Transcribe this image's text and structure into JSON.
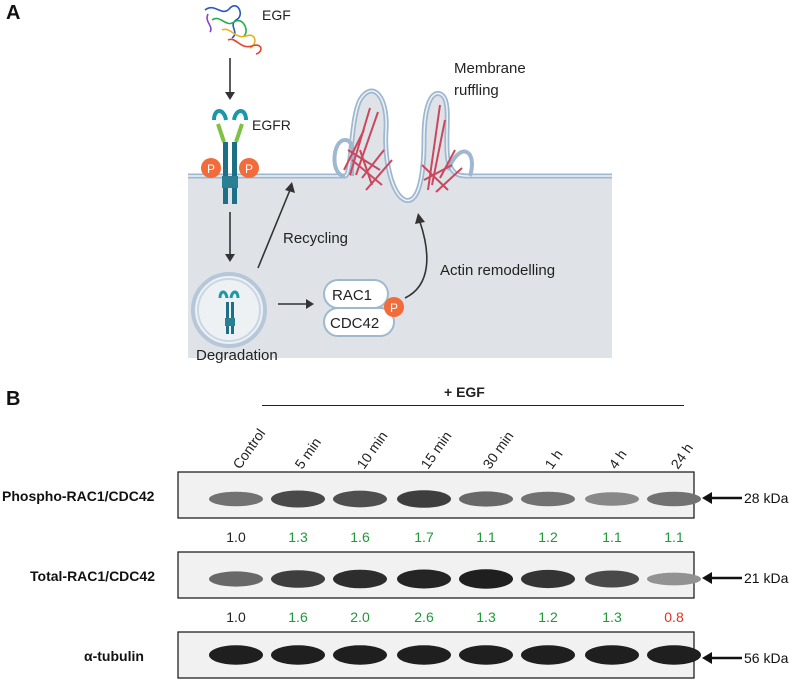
{
  "panel_a": {
    "letter": "A",
    "labels": {
      "egf": "EGF",
      "egfr": "EGFR",
      "membrane": "Membrane",
      "ruffling": "ruffling",
      "recycling": "Recycling",
      "actin": "Actin remodelling",
      "degradation": "Degradation",
      "rac1": "RAC1",
      "cdc42": "CDC42",
      "phospho": "P"
    },
    "colors": {
      "cytoplasm": "#dfe3e7",
      "membrane": "#9fb8d0",
      "phospho": "#f26b3a",
      "actin": "#c9485f",
      "receptor_teal": "#1c97a6",
      "receptor_green": "#7dc242"
    }
  },
  "panel_b": {
    "letter": "B",
    "treatment": "+ EGF",
    "lanes": [
      "Control",
      "5 min",
      "10 min",
      "15 min",
      "30 min",
      "1 h",
      "4 h",
      "24 h"
    ],
    "blots": [
      {
        "label": "Phospho-RAC1/CDC42",
        "kda": "28 kDa",
        "quant": [
          "1.0",
          "1.3",
          "1.6",
          "1.7",
          "1.1",
          "1.2",
          "1.1",
          "1.1"
        ],
        "band_intensity": [
          0.55,
          0.75,
          0.72,
          0.8,
          0.6,
          0.55,
          0.45,
          0.55
        ]
      },
      {
        "label": "Total-RAC1/CDC42",
        "kda": "21 kDa",
        "quant": [
          "1.0",
          "1.6",
          "2.0",
          "2.6",
          "1.3",
          "1.2",
          "1.3",
          "0.8"
        ],
        "band_intensity": [
          0.6,
          0.8,
          0.88,
          0.92,
          0.95,
          0.85,
          0.75,
          0.4
        ]
      },
      {
        "label": "α-tubulin",
        "kda": "56 kDa",
        "quant": [],
        "band_intensity": [
          0.95,
          0.95,
          0.95,
          0.95,
          0.95,
          0.95,
          0.95,
          0.95
        ]
      }
    ],
    "colors": {
      "increase": "#1e9a3a",
      "decrease": "#e0321e",
      "baseline": "#222222"
    }
  }
}
